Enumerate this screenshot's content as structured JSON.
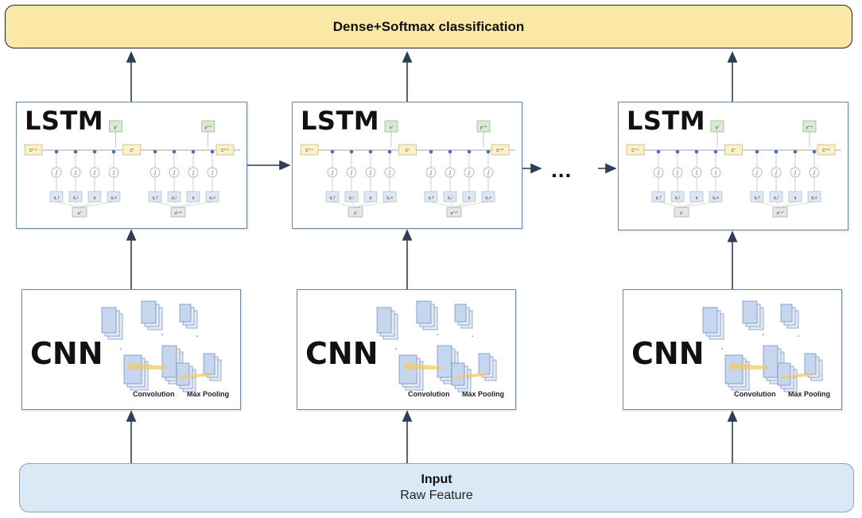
{
  "header": {
    "title": "Dense+Softmax classification"
  },
  "footer": {
    "title": "Input",
    "subtitle": "Raw Feature"
  },
  "lstm_label": "LSTM",
  "cnn_label": "CNN",
  "cnn_conv_label": "Convolution",
  "cnn_pool_label": "Max Pooling",
  "ellipsis": "...",
  "lstm_cell": {
    "prev_state": "Cᵗ⁻¹",
    "state": "Cᵗ",
    "next_state": "Cᵗ⁺¹",
    "output_t": "yᵗ",
    "output_t1": "yᵗ⁺¹",
    "input_t": "xᵗ",
    "input_t1": "xᵗ⁺¹",
    "gates": [
      "g_f",
      "g_i",
      "g",
      "g_o"
    ]
  },
  "colors": {
    "top_fill": "#fbe7a6",
    "bottom_fill": "#dbe8f5",
    "box_border": "#6f87a6",
    "arrow": "#2f3e52"
  }
}
